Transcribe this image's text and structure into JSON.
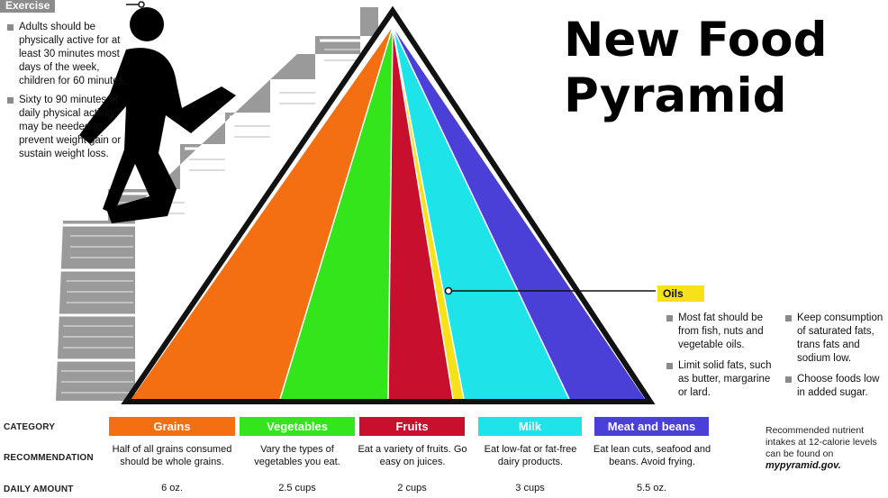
{
  "title": {
    "line1": "New Food",
    "line2": "Pyramid"
  },
  "exercise": {
    "label": "Exercise",
    "bullets": [
      "Adults should be physically active for at least 30 minutes most days of the week, children for 60 minutes.",
      "Sixty to 90 minutes of daily physical activity may be needed to prevent weight gain or sustain weight loss."
    ]
  },
  "oils": {
    "label": "Oils",
    "bullets_left": [
      "Most fat should be from fish, nuts and vegetable oils.",
      "Limit solid fats, such as butter, margarine or lard."
    ],
    "bullets_right": [
      "Keep consumption of saturated fats, trans fats and sodium low.",
      "Choose foods low in added sugar."
    ]
  },
  "row_labels": {
    "category": "CATEGORY",
    "recommendation": "RECOMMENDATION",
    "daily_amount": "DAILY AMOUNT"
  },
  "categories": [
    {
      "name": "Grains",
      "color": "#f36f12",
      "recommendation": "Half of all grains consumed should be whole grains.",
      "amount": "6 oz."
    },
    {
      "name": "Vegetables",
      "color": "#33e61c",
      "recommendation": "Vary the types of vegetables you eat.",
      "amount": "2.5 cups"
    },
    {
      "name": "Fruits",
      "color": "#c8102e",
      "recommendation": "Eat a variety of fruits. Go easy on juices.",
      "amount": "2 cups"
    },
    {
      "name": "Milk",
      "color": "#1ee3e8",
      "recommendation": "Eat low-fat or fat-free dairy products.",
      "amount": "3 cups"
    },
    {
      "name": "Meat and beans",
      "color": "#4a3fd6",
      "recommendation": "Eat lean cuts, seafood and beans. Avoid frying.",
      "amount": "5.5 oz."
    }
  ],
  "oil_color": "#f7e21a",
  "note": {
    "text": "Recommended nutrient intakes at 12-calorie levels can be found on",
    "link": "mypyramid.gov."
  }
}
